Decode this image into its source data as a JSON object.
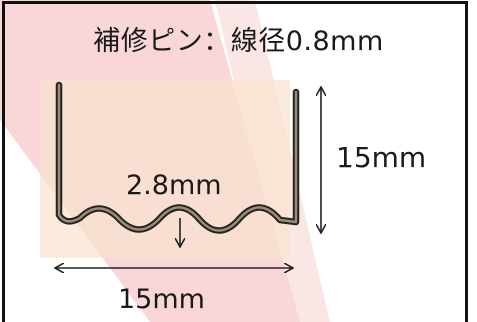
{
  "title": "補修ピン：線径0.8mm",
  "dimensions": {
    "height": "15mm",
    "wave_depth": "2.8mm",
    "width": "15mm"
  },
  "colors": {
    "background": "#ffffff",
    "frame": "#111111",
    "watermark_pink": "#f7c9cc",
    "watermark_peach": "#fae3cf",
    "staple_metal": "#5a5047",
    "text": "#1a1a1a"
  },
  "icons": {
    "height_arrow": "double-headed-vertical-arrow",
    "width_arrow": "double-headed-horizontal-arrow",
    "depth_arrow": "down-arrow"
  }
}
